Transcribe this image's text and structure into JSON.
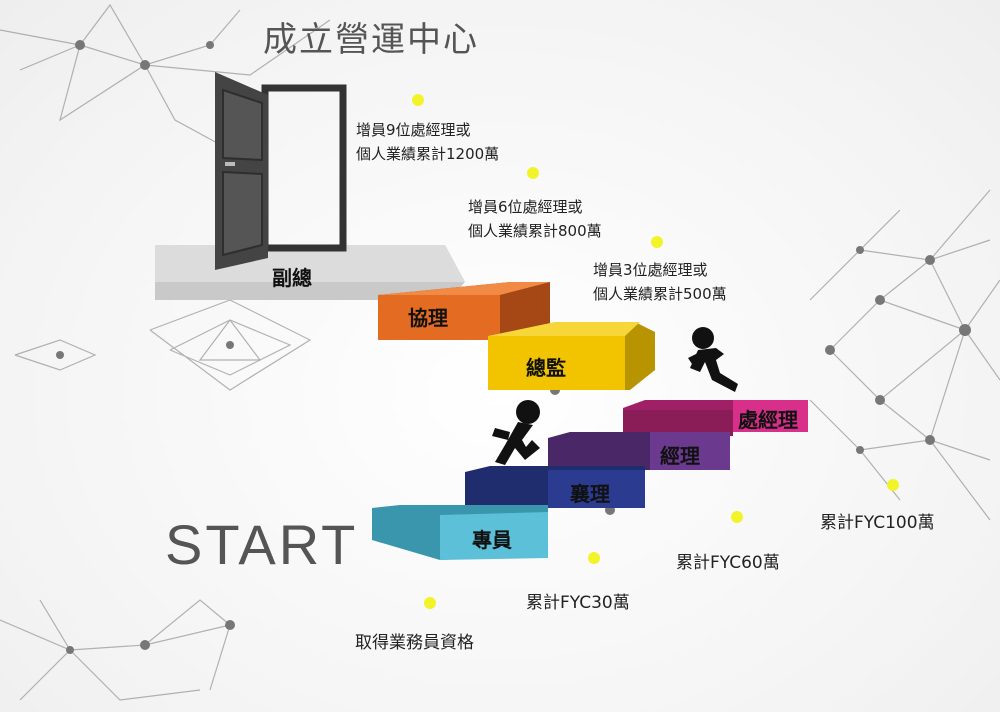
{
  "title": "成立營運中心",
  "start_label": "START",
  "steps": [
    {
      "label": "專員",
      "color": "#5bc0d8"
    },
    {
      "label": "襄理",
      "color": "#2b3b8f"
    },
    {
      "label": "經理",
      "color": "#6b3a8e"
    },
    {
      "label": "處經理",
      "color": "#d8308a"
    },
    {
      "label": "總監",
      "color": "#f2c400"
    },
    {
      "label": "協理",
      "color": "#e36b22"
    },
    {
      "label": "副總",
      "color": "#cccccc"
    }
  ],
  "requirements": {
    "agent": "取得業務員資格",
    "fyc30": "累計FYC30萬",
    "fyc60": "累計FYC60萬",
    "fyc100": "累計FYC100萬",
    "req500": [
      "增員3位處經理或",
      "個人業績累計500萬"
    ],
    "req800": [
      "增員6位處經理或",
      "個人業績累計800萬"
    ],
    "req1200": [
      "增員9位處經理或",
      "個人業績累計1200萬"
    ]
  },
  "accent_dot_color": "#f3f32a"
}
